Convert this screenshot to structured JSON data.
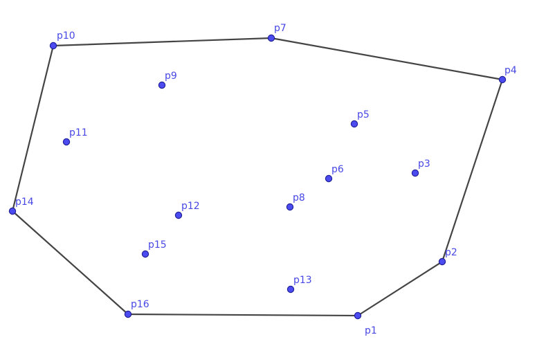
{
  "points": [
    {
      "id": "p1",
      "label": "p1"
    },
    {
      "id": "p2",
      "label": "p2"
    },
    {
      "id": "p3",
      "label": "p3"
    },
    {
      "id": "p4",
      "label": "p4"
    },
    {
      "id": "p5",
      "label": "p5"
    },
    {
      "id": "p6",
      "label": "p6"
    },
    {
      "id": "p7",
      "label": "p7"
    },
    {
      "id": "p8",
      "label": "p8"
    },
    {
      "id": "p9",
      "label": "p9"
    },
    {
      "id": "p10",
      "label": "p10"
    },
    {
      "id": "p11",
      "label": "p11"
    },
    {
      "id": "p12",
      "label": "p12"
    },
    {
      "id": "p13",
      "label": "p13"
    },
    {
      "id": "p14",
      "label": "p14"
    },
    {
      "id": "p15",
      "label": "p15"
    },
    {
      "id": "p16",
      "label": "p16"
    }
  ],
  "hull": [
    "p10",
    "p7",
    "p4",
    "p2",
    "p1",
    "p16",
    "p14",
    "p10"
  ],
  "colors": {
    "point_fill": "#4b4bf0",
    "point_stroke": "#1f1f99",
    "label": "#4747e6",
    "edge": "#444444"
  }
}
